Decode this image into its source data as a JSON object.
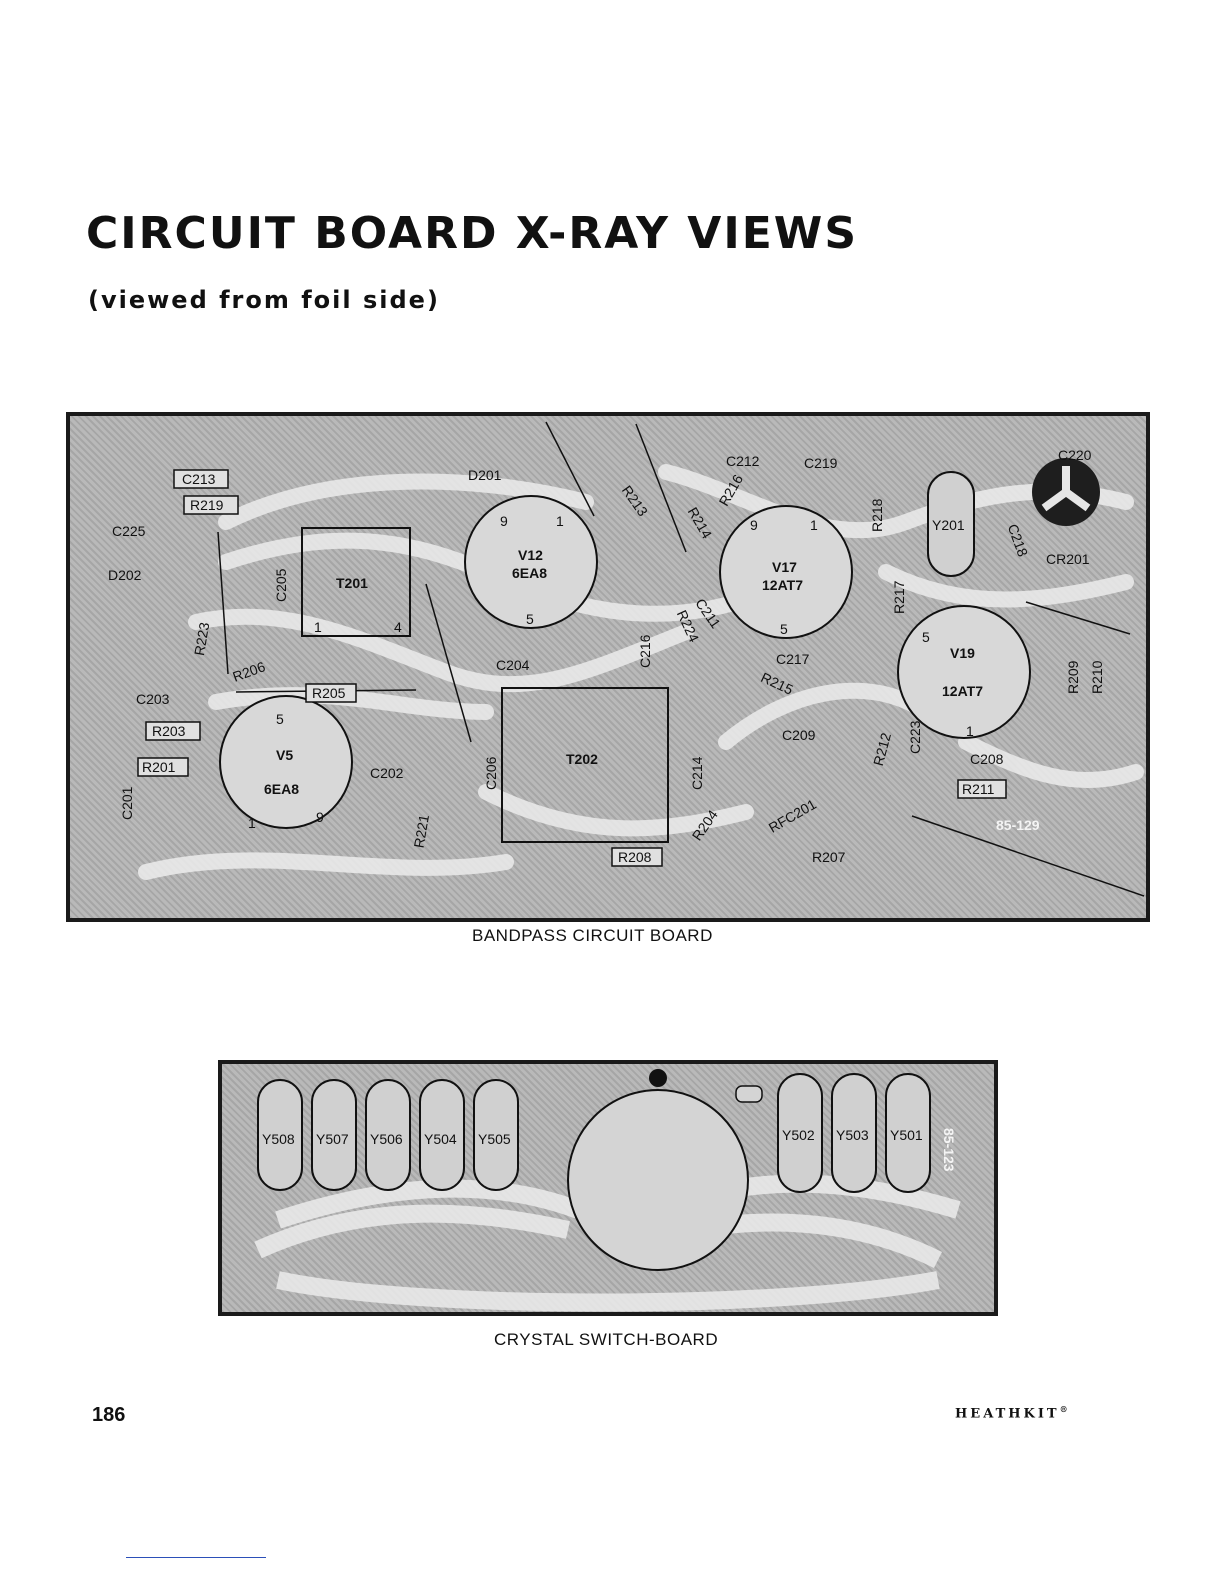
{
  "page": {
    "title": "CIRCUIT BOARD X-RAY VIEWS",
    "subtitle": "(viewed from foil side)",
    "page_number": "186",
    "brand": "HEATHKIT",
    "brand_mark": "®"
  },
  "bandpass_board": {
    "caption": "BANDPASS CIRCUIT BOARD",
    "board_number": "85-129",
    "tubes": [
      {
        "ref": "V12",
        "type": "6EA8",
        "pin_a": "9",
        "pin_b": "1",
        "pin_c": "5"
      },
      {
        "ref": "V17",
        "type": "12AT7",
        "pin_a": "9",
        "pin_b": "1",
        "pin_c": "5"
      },
      {
        "ref": "V19",
        "type": "12AT7",
        "pin_a": "5",
        "pin_b": "1"
      },
      {
        "ref": "V5",
        "type": "6EA8",
        "pin_a": "5",
        "pin_b": "1",
        "pin_c": "9"
      }
    ],
    "transformers": [
      {
        "ref": "T201",
        "pin_a": "1",
        "pin_b": "4"
      },
      {
        "ref": "T202"
      }
    ],
    "crystal": "Y201",
    "components": [
      "C213",
      "R219",
      "C225",
      "D202",
      "R223",
      "R206",
      "C205",
      "C203",
      "R203",
      "R201",
      "C201",
      "R205",
      "C204",
      "C202",
      "R221",
      "C206",
      "D201",
      "R213",
      "R214",
      "R216",
      "C212",
      "C219",
      "R218",
      "C211",
      "R224",
      "C216",
      "C214",
      "R204",
      "R208",
      "C217",
      "R215",
      "C209",
      "R217",
      "RFC201",
      "R207",
      "R212",
      "C223",
      "C208",
      "R211",
      "R209",
      "R210",
      "C218",
      "CR201",
      "C220"
    ]
  },
  "crystal_board": {
    "caption": "CRYSTAL SWITCH-BOARD",
    "board_number": "85-123",
    "crystals_left": [
      "Y508",
      "Y507",
      "Y506",
      "Y504",
      "Y505"
    ],
    "crystals_right": [
      "Y502",
      "Y503",
      "Y501"
    ]
  }
}
